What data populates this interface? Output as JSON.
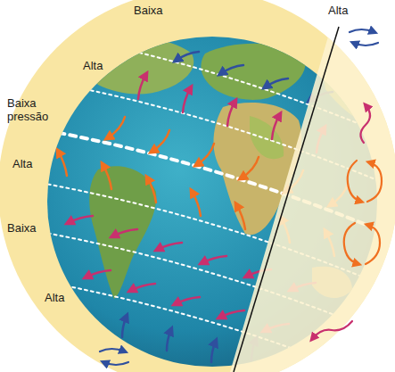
{
  "diagram": {
    "labels": [
      "Baixa",
      "Alta",
      "Alta",
      "Baixa pressão",
      "Alta",
      "Baixa",
      "Alta"
    ]
  }
}
